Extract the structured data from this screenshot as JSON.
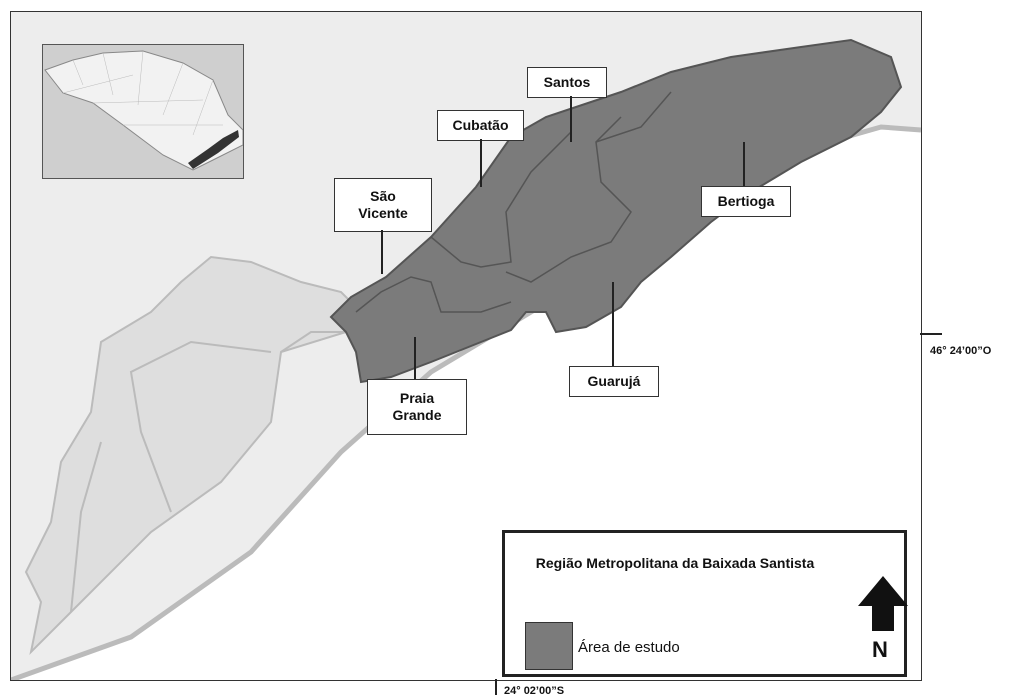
{
  "map": {
    "labels": {
      "santos": "Santos",
      "cubatao": "Cubatão",
      "sao_vicente": "São\nVicente",
      "bertioga": "Bertioga",
      "praia_grande": "Praia\nGrande",
      "guaruja": "Guarujá"
    },
    "legend": {
      "title": "Região Metropolitana da Baixada Santista",
      "item_label": "Área de estudo",
      "north": "N"
    },
    "coordinates": {
      "longitude": "46° 24’00”O",
      "latitude": "24° 02’00”S"
    },
    "colors": {
      "study_area": "#7b7b7b",
      "surrounding_land": "#dedede",
      "sea": "#ffffff",
      "background_land": "#ededed"
    },
    "icons": [
      "north-arrow-icon",
      "inset-locator-map"
    ]
  }
}
